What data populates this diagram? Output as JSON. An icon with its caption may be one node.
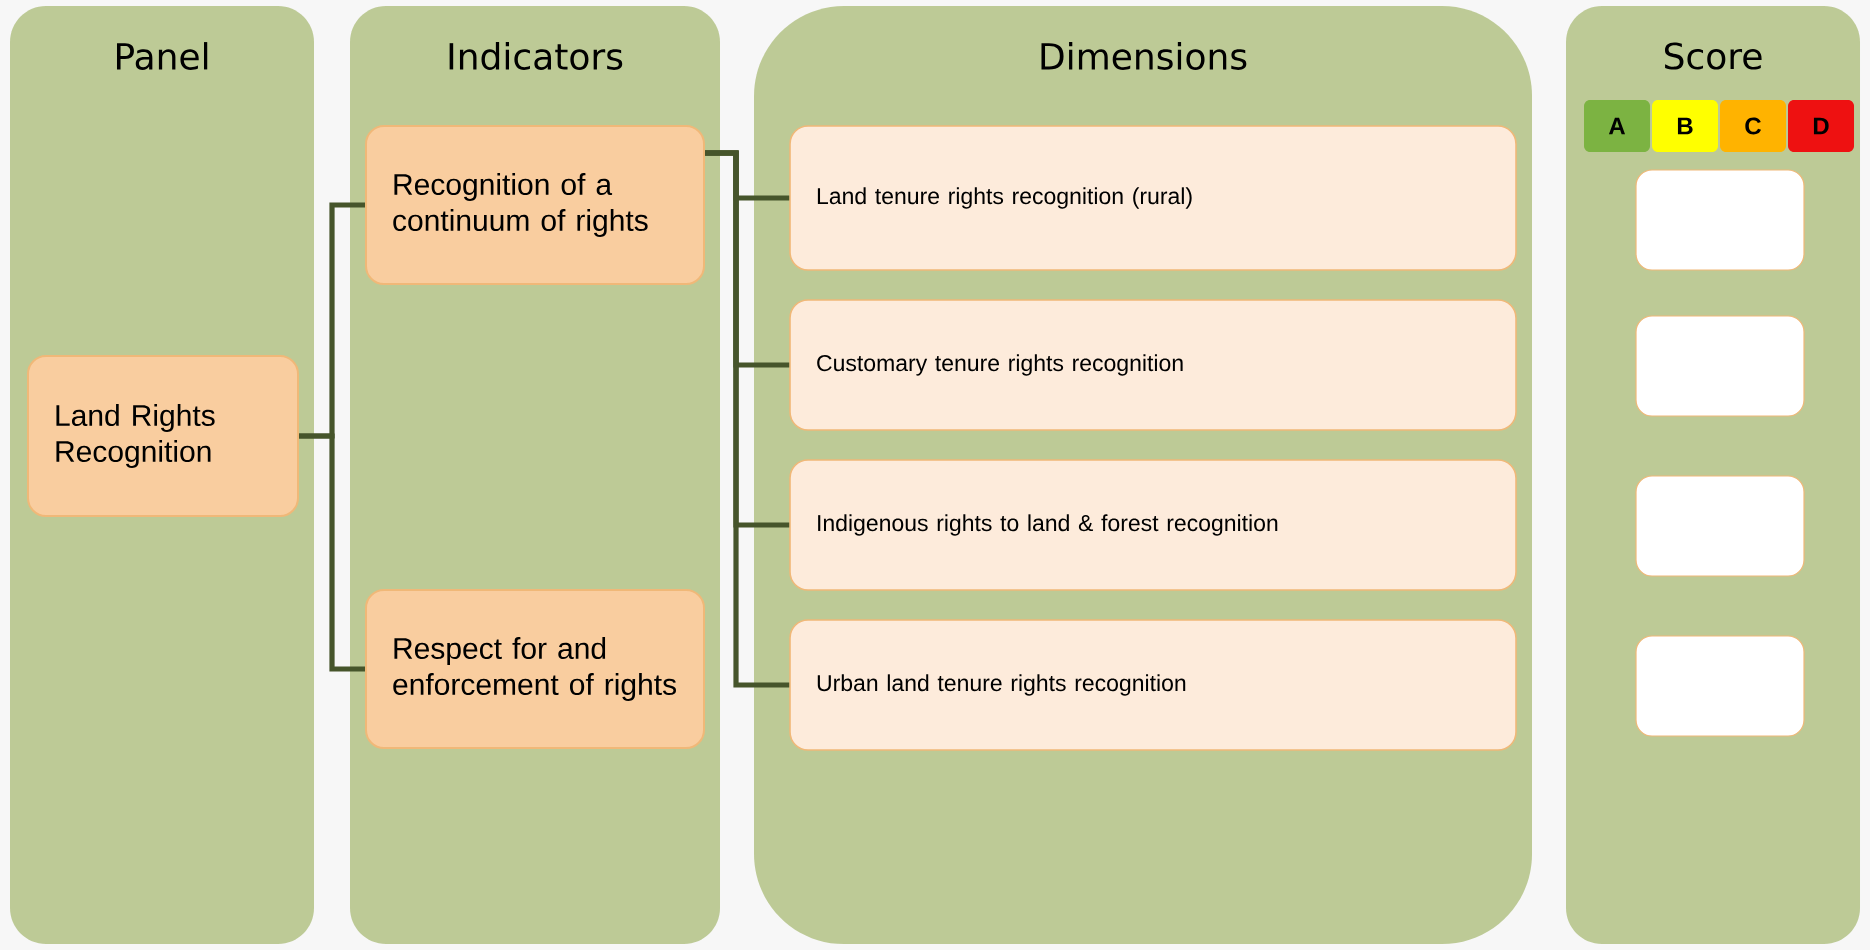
{
  "diagram": {
    "nodes": [
      {
        "text": [
          "Panel"
        ]
      },
      {
        "text": [
          "Indicators"
        ]
      },
      {
        "text": [
          "Dimensions"
        ]
      },
      {
        "text": [
          "Score"
        ]
      },
      {
        "text": [
          "Land Rights Recognition"
        ],
        "in": 0
      },
      {
        "text": [
          "Recognition of a continuum of rights"
        ],
        "in": 1
      },
      {
        "text": [
          "Respect for and enforcement of rights"
        ],
        "in": 1
      },
      {
        "text": [
          "Land tenure rights recognition (rural)"
        ],
        "in": 2
      },
      {
        "text": [
          "Customary tenure rights recognition"
        ],
        "in": 2
      },
      {
        "text": [
          "Indigenous rights to land & forest recognition"
        ],
        "in": 2
      },
      {
        "text": [
          "Urban land tenure rights recognition"
        ],
        "in": 2
      },
      {
        "text": [],
        "shape": "box",
        "in": 3
      },
      {
        "text": [],
        "shape": "box",
        "in": 3
      },
      {
        "text": [],
        "shape": "box",
        "in": 3
      },
      {
        "text": [],
        "shape": "box",
        "in": 3
      }
    ],
    "edges": [
      {
        "from": 4,
        "to": 5,
        "arrow": "none"
      },
      {
        "from": 4,
        "to": 6,
        "arrow": "none"
      },
      {
        "from": 5,
        "to": 7,
        "arrow": "none"
      },
      {
        "from": 5,
        "to": 8,
        "arrow": "none"
      },
      {
        "from": 5,
        "to": 9,
        "arrow": "none"
      },
      {
        "from": 5,
        "to": 10,
        "arrow": "none"
      }
    ],
    "legend": [
      {
        "text": "A",
        "color": "#7cb342"
      },
      {
        "text": "B",
        "color": "#ffff00"
      },
      {
        "text": "C",
        "color": "#ffb300"
      },
      {
        "text": "D",
        "color": "#ee1111"
      }
    ]
  }
}
